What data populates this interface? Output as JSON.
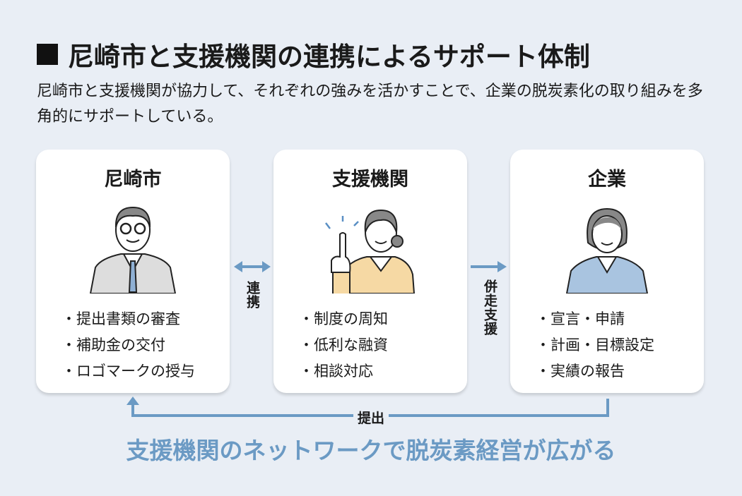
{
  "title": "尼崎市と支援機関の連携によるサポート体制",
  "description": "尼崎市と支援機関が協力して、それぞれの強みを活かすことで、企業の脱炭素化の取り組みを多角的にサポートしている。",
  "cards": [
    {
      "title": "尼崎市",
      "items": [
        "・提出書類の審査",
        "・補助金の交付",
        "・ロゴマークの授与"
      ]
    },
    {
      "title": "支援機関",
      "items": [
        "・制度の周知",
        "・低利な融資",
        "・相談対応"
      ]
    },
    {
      "title": "企業",
      "items": [
        "・宣言・申請",
        "・計画・目標設定",
        "・実績の報告"
      ]
    }
  ],
  "links": {
    "cooperation": "連携",
    "accompany": "併走支援",
    "submit": "提出"
  },
  "footer": "支援機関のネットワークで脱炭素経営が広がる",
  "colors": {
    "accent": "#6b9ac4",
    "background": "#e9eef5"
  }
}
